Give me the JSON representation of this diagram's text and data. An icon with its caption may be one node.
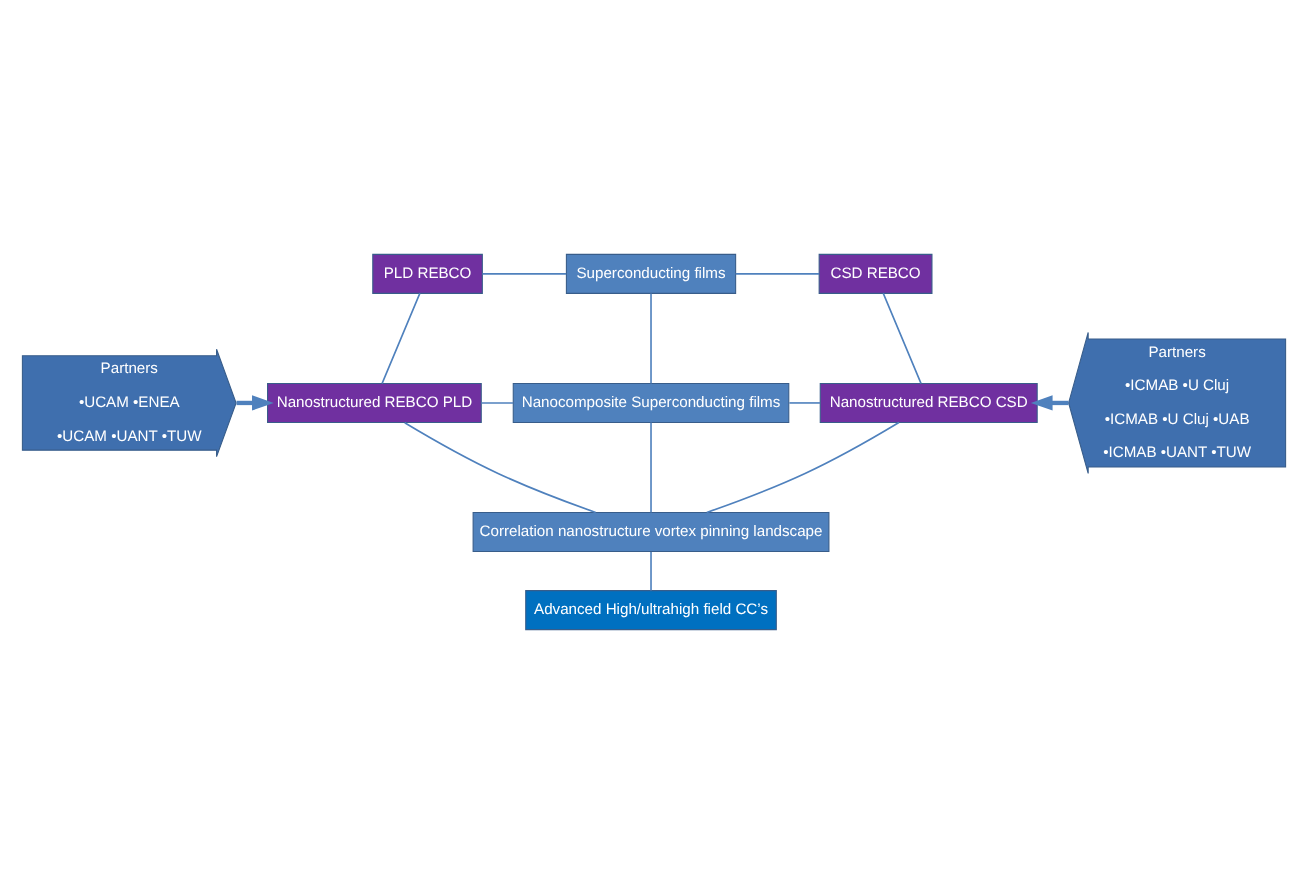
{
  "diagram": {
    "nodes": [
      {
        "text": [
          "Partners",
          "•UCAM •ENEA",
          "•UCAM •UANT •TUW"
        ]
      },
      {
        "text": [
          "PLD REBCO"
        ]
      },
      {
        "text": [
          "Superconducting films"
        ]
      },
      {
        "text": [
          "CSD REBCO"
        ]
      },
      {
        "text": [
          "Nanostructured REBCO PLD"
        ]
      },
      {
        "text": [
          "Nanocomposite Superconducting films"
        ]
      },
      {
        "text": [
          "Nanostructured REBCO CSD"
        ]
      },
      {
        "text": [
          "Correlation nanostructure vortex pinning landscape"
        ]
      },
      {
        "text": [
          "Advanced High/ultrahigh field CC’s"
        ]
      },
      {
        "text": [
          "Partners",
          "•ICMAB •U Cluj",
          "•ICMAB •U Cluj •UAB",
          "•ICMAB •UANT •TUW"
        ]
      }
    ],
    "edges": [
      {
        "from": 0,
        "to": 4,
        "arrow": "to"
      },
      {
        "from": 9,
        "to": 6,
        "arrow": "to"
      },
      {
        "from": 1,
        "to": 2,
        "arrow": "none"
      },
      {
        "from": 2,
        "to": 3,
        "arrow": "none"
      },
      {
        "from": 1,
        "to": 4,
        "arrow": "none"
      },
      {
        "from": 2,
        "to": 5,
        "arrow": "none"
      },
      {
        "from": 3,
        "to": 6,
        "arrow": "none"
      },
      {
        "from": 4,
        "to": 5,
        "arrow": "none"
      },
      {
        "from": 5,
        "to": 6,
        "arrow": "none"
      },
      {
        "from": 5,
        "to": 7,
        "arrow": "none"
      },
      {
        "from": 4,
        "to": 7,
        "arrow": "none"
      },
      {
        "from": 6,
        "to": 7,
        "arrow": "none"
      },
      {
        "from": 7,
        "to": 8,
        "arrow": "none"
      }
    ]
  }
}
